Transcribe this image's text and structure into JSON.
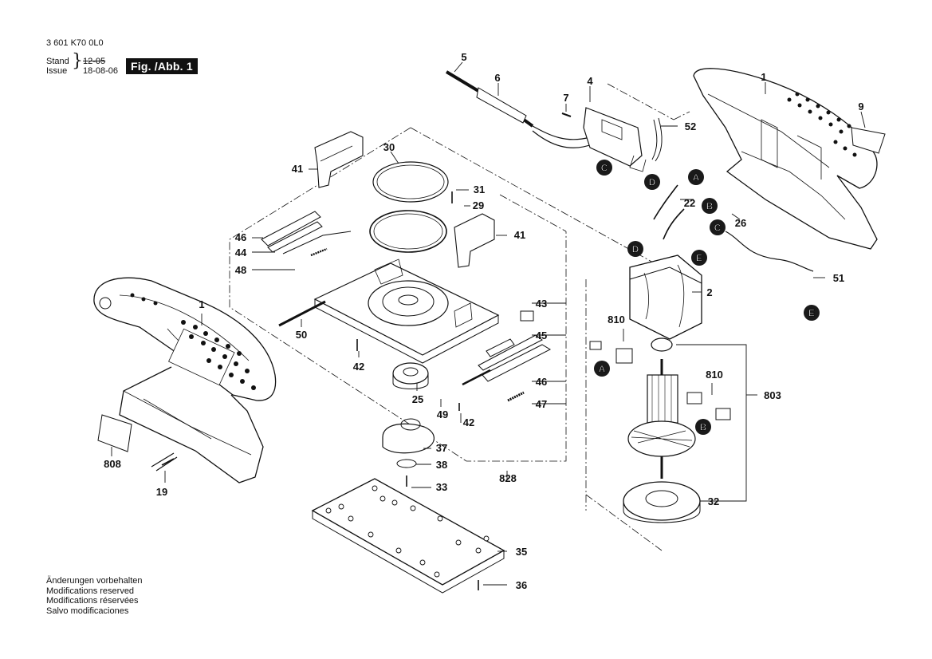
{
  "header": {
    "part_number": "3 601 K70 0L0",
    "stand_label": "Stand",
    "issue_label": "Issue",
    "stand_value": "12-05",
    "issue_value": "18-08-06",
    "figure_label": "Fig. /Abb. 1"
  },
  "notes": [
    "Änderungen vorbehalten",
    "Modifications reserved",
    "Modifications réservées",
    "Salvo modificaciones"
  ],
  "part_labels": [
    "1",
    "1",
    "2",
    "4",
    "5",
    "6",
    "7",
    "9",
    "19",
    "22",
    "25",
    "26",
    "29",
    "30",
    "31",
    "32",
    "33",
    "35",
    "36",
    "37",
    "38",
    "41",
    "41",
    "42",
    "42",
    "43",
    "44",
    "45",
    "46",
    "46",
    "47",
    "48",
    "49",
    "50",
    "51",
    "52",
    "808",
    "810",
    "810",
    "803",
    "828"
  ],
  "connector_badges": [
    "A",
    "A",
    "B",
    "B",
    "C",
    "C",
    "D",
    "D",
    "E",
    "E"
  ],
  "colors": {
    "ink": "#111111",
    "paper": "#ffffff",
    "badge": "#1a1a1a"
  }
}
